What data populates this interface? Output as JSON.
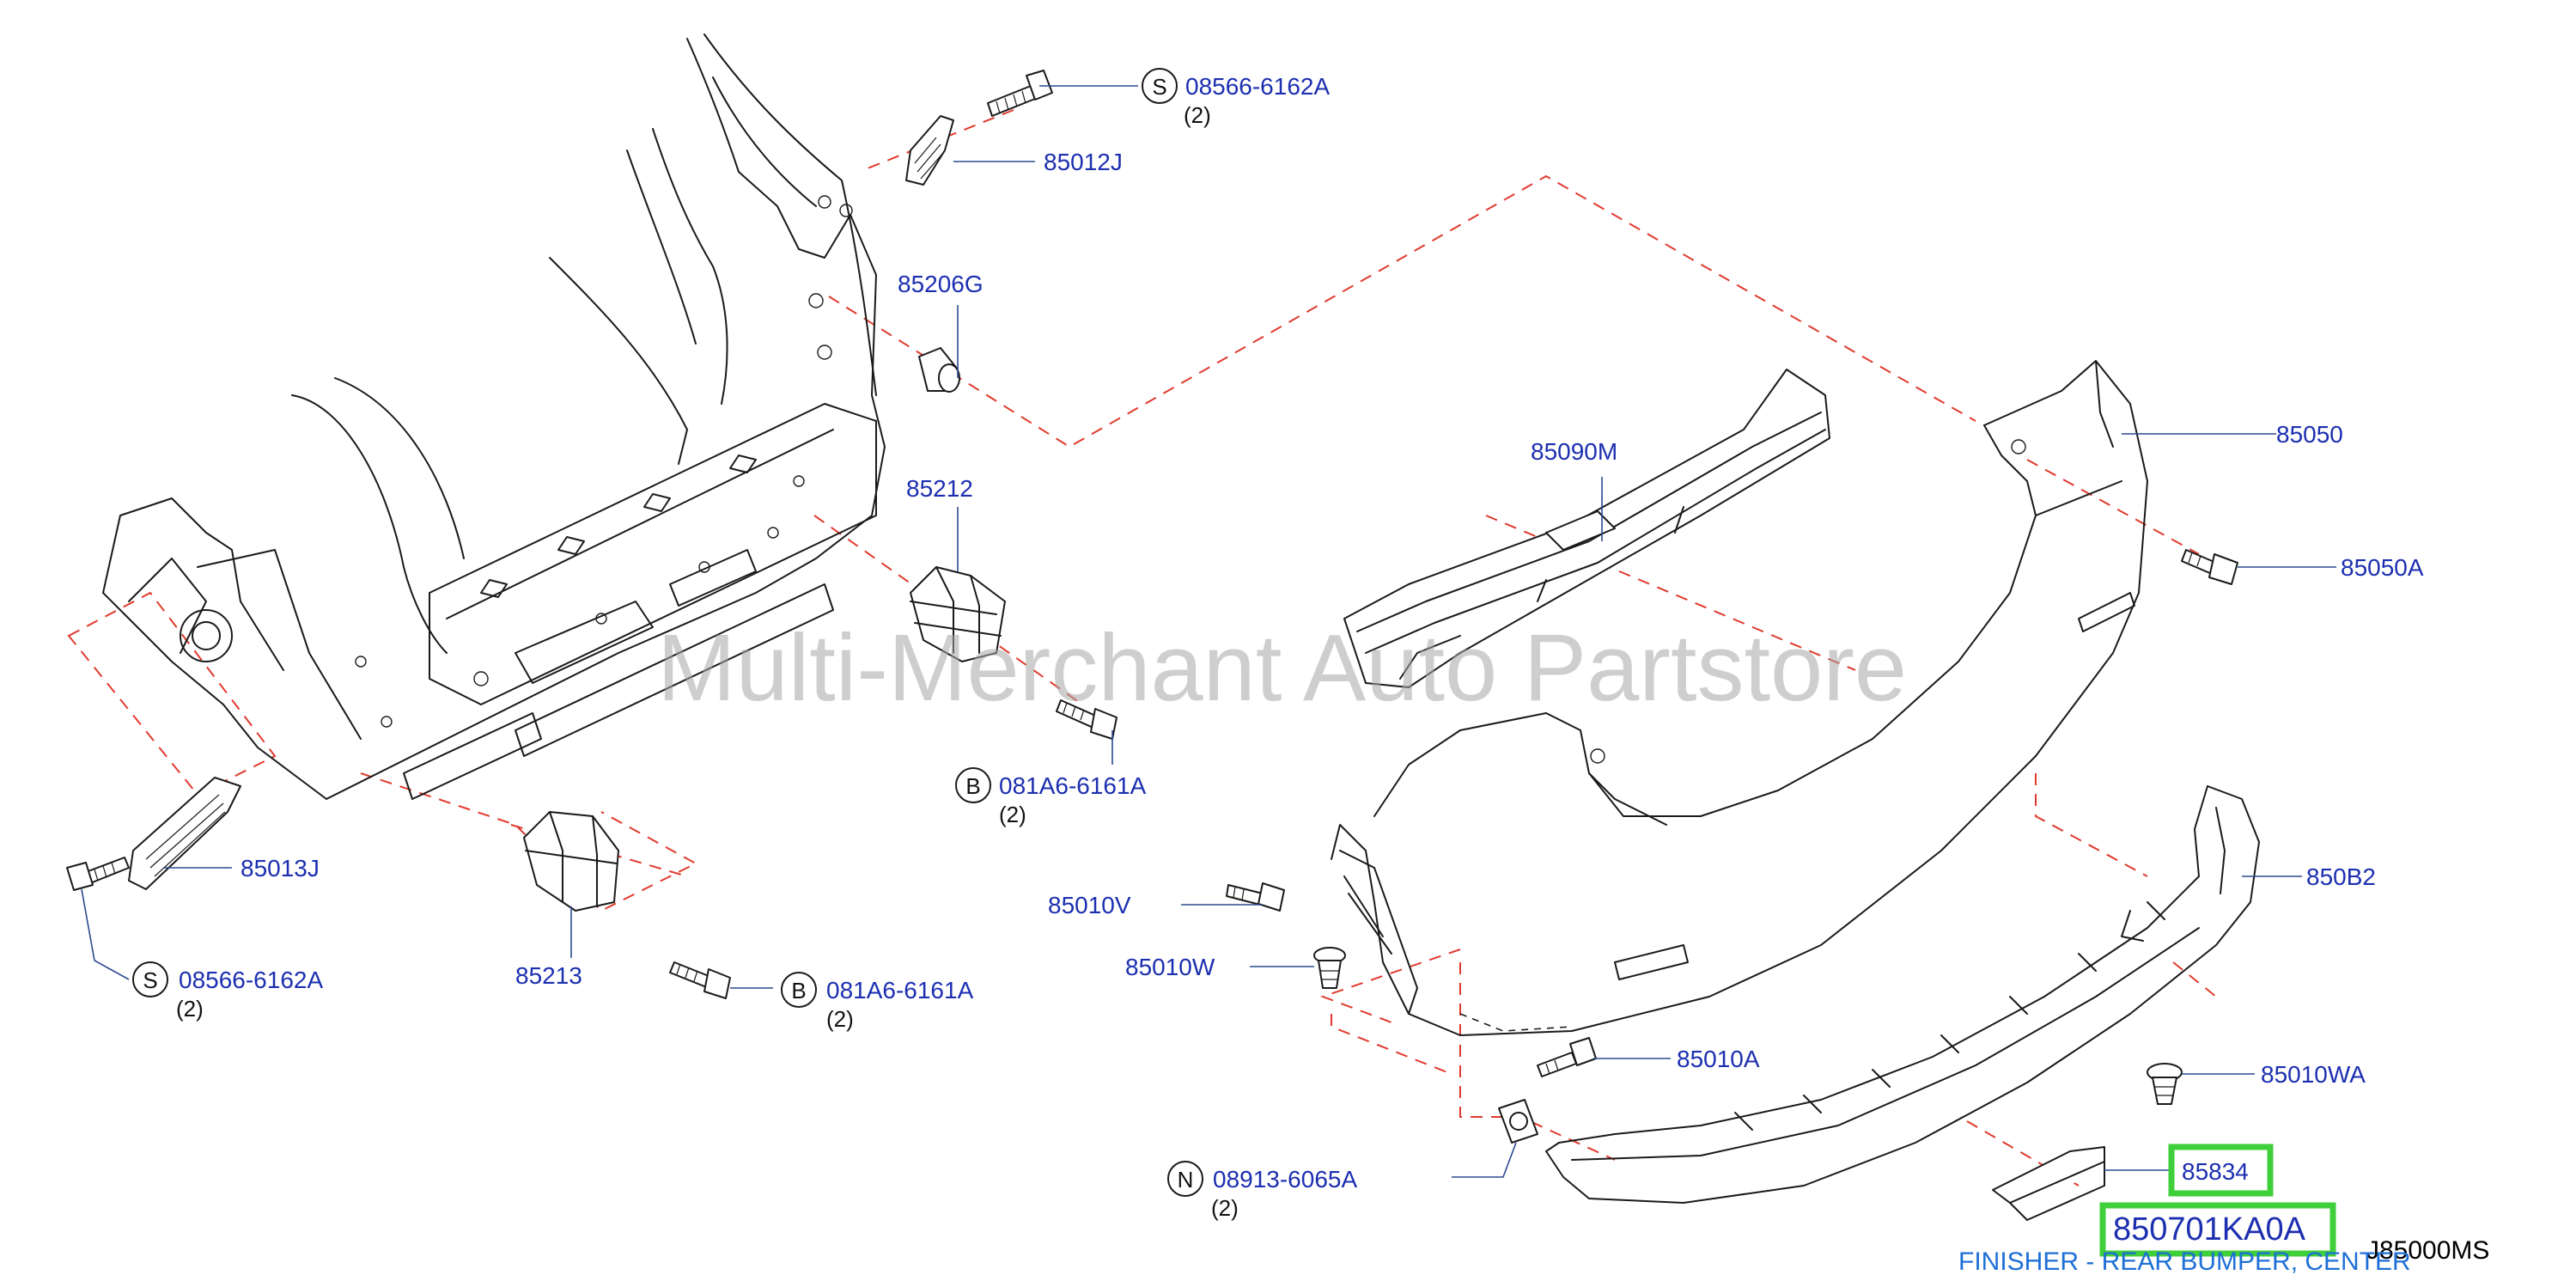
{
  "watermark": "Multi-Merchant Auto Partstore",
  "diagram_code": "J85000MS",
  "caption": "FINISHER - REAR BUMPER, CENTER",
  "callouts": {
    "c08566_top": {
      "symbol": "S",
      "part": "08566-6162A",
      "qty": "(2)"
    },
    "c85012J": {
      "part": "85012J"
    },
    "c85206G": {
      "part": "85206G"
    },
    "c85212": {
      "part": "85212"
    },
    "c081A6_mid": {
      "symbol": "B",
      "part": "081A6-6161A",
      "qty": "(2)"
    },
    "c85013J": {
      "part": "85013J"
    },
    "c08566_bot": {
      "symbol": "S",
      "part": "08566-6162A",
      "qty": "(2)"
    },
    "c85213": {
      "part": "85213"
    },
    "c081A6_bot": {
      "symbol": "B",
      "part": "081A6-6161A",
      "qty": "(2)"
    },
    "c85090M": {
      "part": "85090M"
    },
    "c85050": {
      "part": "85050"
    },
    "c85050A": {
      "part": "85050A"
    },
    "c85010V": {
      "part": "85010V"
    },
    "c85010W": {
      "part": "85010W"
    },
    "c850B2": {
      "part": "850B2"
    },
    "c85010A": {
      "part": "85010A"
    },
    "c85010WA": {
      "part": "85010WA"
    },
    "c08913": {
      "symbol": "N",
      "part": "08913-6065A",
      "qty": "(2)"
    },
    "c85834": {
      "part": "85834"
    },
    "c850701KA0A": {
      "part": "850701KA0A"
    }
  },
  "colors": {
    "part_number": "#1c2fb0",
    "highlight": "#3fcf3a",
    "caption": "#1e6fd6",
    "assembly_line": "#e03a2e"
  }
}
